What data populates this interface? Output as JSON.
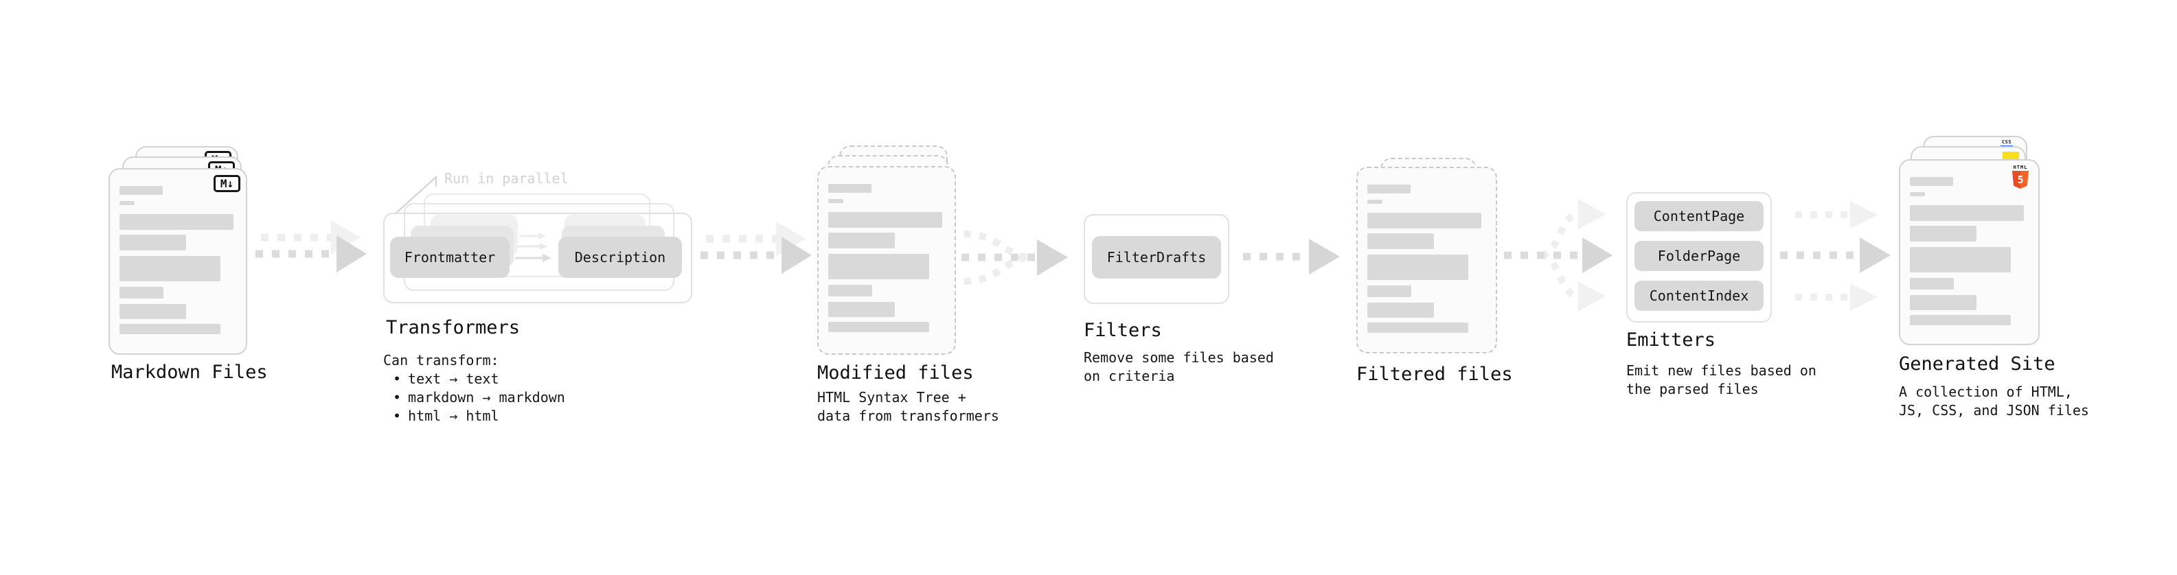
{
  "pipeline": {
    "markdown_files": {
      "label": "Markdown Files",
      "badge": "M↓"
    },
    "transformers": {
      "parallel_note": "Run in parallel",
      "input_chip": "Frontmatter",
      "output_chip": "Description",
      "title": "Transformers",
      "description_intro": "Can transform:",
      "bullet_char": "•",
      "bullets": [
        "text → text",
        "markdown → markdown",
        "html → html"
      ]
    },
    "modified_files": {
      "title": "Modified files",
      "description_line1": "HTML Syntax Tree +",
      "description_line2": "data from transformers"
    },
    "filters": {
      "chip": "FilterDrafts",
      "title": "Filters",
      "description_line1": "Remove some files based",
      "description_line2": "on criteria"
    },
    "filtered_files": {
      "title": "Filtered files"
    },
    "emitters": {
      "chips": [
        "ContentPage",
        "FolderPage",
        "ContentIndex"
      ],
      "title": "Emitters",
      "description_line1": "Emit new files based on",
      "description_line2": "the parsed files"
    },
    "generated_site": {
      "title": "Generated Site",
      "description_line1": "A collection of HTML,",
      "description_line2": "JS, CSS, and JSON files",
      "badges": {
        "html5_text": "HTML",
        "html5_number": "5",
        "css_text": "CSS"
      }
    }
  },
  "colors": {
    "html5_orange": "#e44d26",
    "js_yellow": "#f7df1e",
    "css_blue": "#2965f1",
    "chip_gray": "#d9d9d9",
    "note_gray": "#d2d2d2"
  }
}
